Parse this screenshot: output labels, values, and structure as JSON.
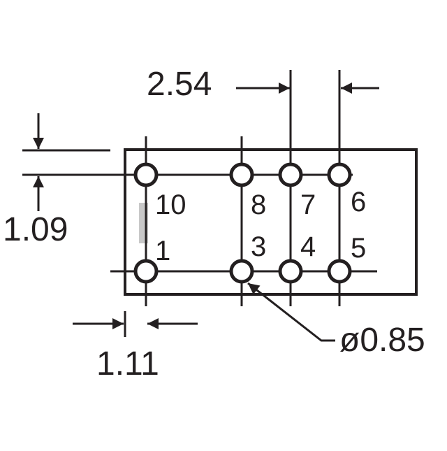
{
  "diagram": {
    "dimensions": {
      "pitch": "2.54",
      "row_offset": "1.09",
      "edge_offset": "1.11",
      "hole_diameter": "ø0.85"
    },
    "pins": {
      "top_row": [
        "10",
        "8",
        "7",
        "6"
      ],
      "bottom_row": [
        "1",
        "3",
        "4",
        "5"
      ]
    },
    "colors": {
      "line": "#231f20",
      "marker": "#c8c8c8",
      "background": "#ffffff"
    }
  }
}
